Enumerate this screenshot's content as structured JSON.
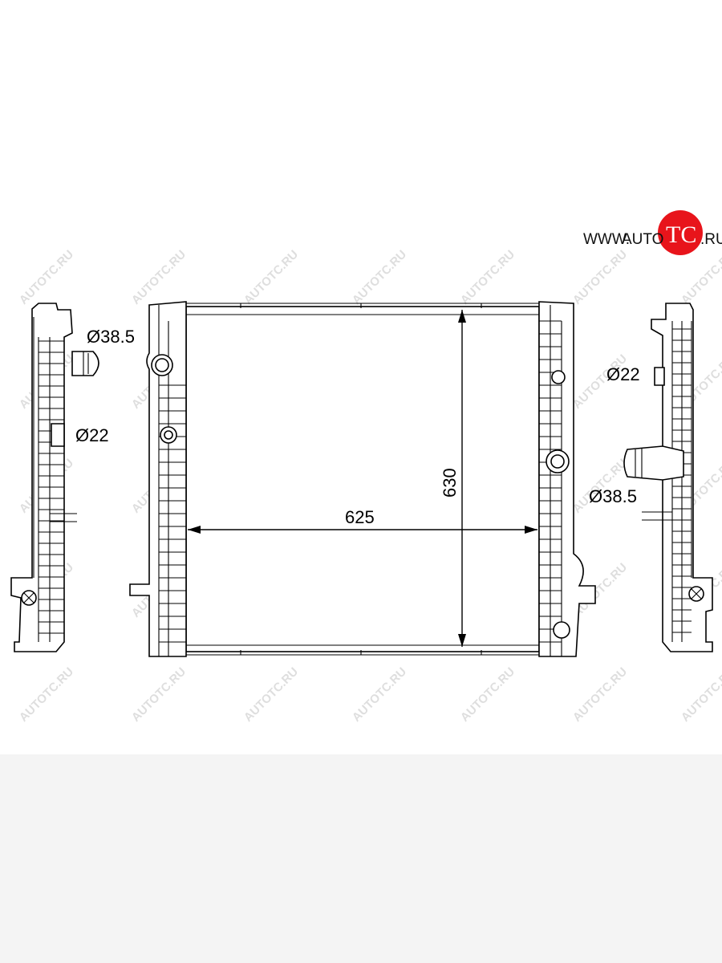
{
  "logo": {
    "prefix": "WWW.",
    "auto": "AUTO",
    "tc": "TC",
    "suffix": ".RU",
    "accent_color": "#e8141b"
  },
  "watermark": "AUTOTC.RU",
  "dimensions": {
    "width": "625",
    "height": "630",
    "left_upper_pipe": "Ø38.5",
    "left_lower_pipe": "Ø22",
    "right_upper_pipe": "Ø22",
    "right_lower_pipe": "Ø38.5"
  }
}
